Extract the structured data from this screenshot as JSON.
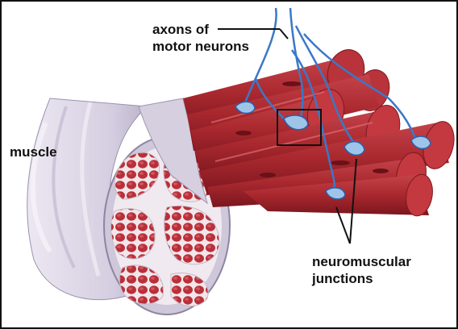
{
  "labels": {
    "axons_line1": "axons of",
    "axons_line2": "motor neurons",
    "muscle": "muscle",
    "nmj_line1": "neuromuscular",
    "nmj_line2": "junctions"
  },
  "colors": {
    "fiber_red": "#a8282e",
    "fiber_dark": "#7e1820",
    "fiber_highlight": "#d4525a",
    "fiber_end": "#c43840",
    "sheath": "#d6d0de",
    "sheath_shadow": "#a59cb3",
    "nerve_blue": "#3a78c8",
    "label_text": "#111111"
  }
}
